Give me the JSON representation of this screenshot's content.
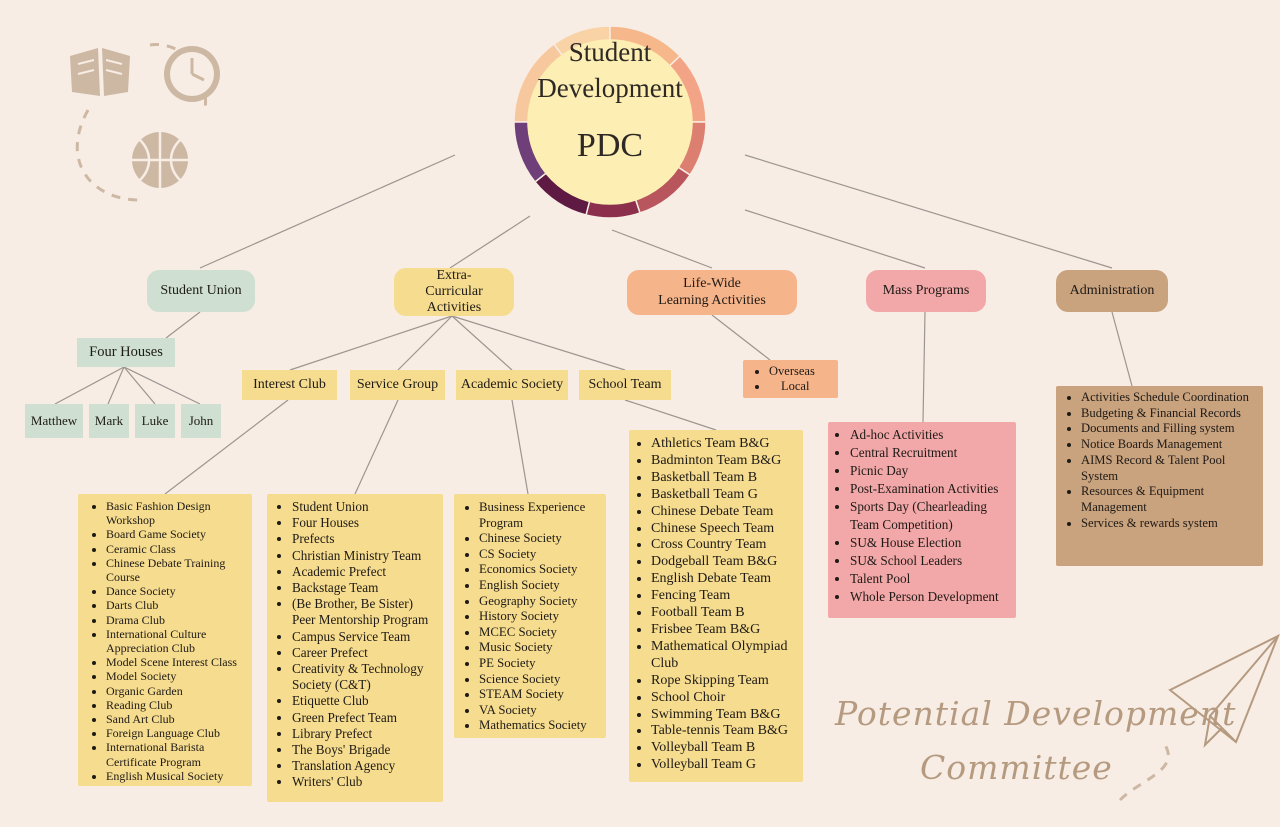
{
  "center": {
    "line1": "Student",
    "line2": "Development",
    "line3": "PDC"
  },
  "branding": {
    "line1": "Potential Development",
    "line2": "Committee"
  },
  "categories": {
    "student_union": "Student Union",
    "eca": "Extra-Curricular Activities",
    "lwl": "Life-Wide Learning Activities",
    "mass": "Mass Programs",
    "admin": "Administration"
  },
  "four_houses": {
    "label": "Four Houses",
    "houses": [
      "Matthew",
      "Mark",
      "Luke",
      "John"
    ]
  },
  "eca_subs": {
    "interest": "Interest Club",
    "service": "Service Group",
    "academic": "Academic Society",
    "school_team": "School Team"
  },
  "lwl_items": [
    "Overseas",
    "Local"
  ],
  "interest_items": [
    "Basic Fashion Design Workshop",
    "Board Game Society",
    "Ceramic Class",
    "Chinese Debate Training Course",
    "Dance Society",
    "Darts Club",
    "Drama Club",
    "International Culture Appreciation Club",
    "Model Scene Interest Class",
    "Model Society",
    "Organic Garden",
    "Reading Club",
    "Sand Art Club",
    "Foreign Language Club",
    "International Barista Certificate Program",
    "English Musical Society"
  ],
  "service_items": [
    "Student Union",
    "Four Houses",
    "Prefects",
    "Christian Ministry Team",
    "Academic Prefect",
    "Backstage Team",
    "(Be Brother, Be Sister) Peer Mentorship Program",
    "Campus Service Team",
    "Career Prefect",
    "Creativity & Technology Society (C&T)",
    "Etiquette Club",
    "Green Prefect Team",
    "Library Prefect",
    "The Boys' Brigade",
    "Translation Agency",
    "Writers' Club"
  ],
  "academic_items": [
    "Business Experience Program",
    "Chinese Society",
    "CS Society",
    "Economics Society",
    "English Society",
    "Geography Society",
    "History Society",
    "MCEC Society",
    "Music Society",
    "PE Society",
    "Science Society",
    "STEAM Society",
    "VA Society",
    "Mathematics Society"
  ],
  "school_team_items": [
    "Athletics Team B&G",
    "Badminton Team B&G",
    "Basketball Team B",
    "Basketball Team G",
    "Chinese Debate Team",
    "Chinese Speech Team",
    "Cross Country Team",
    "Dodgeball Team B&G",
    "English Debate Team",
    "Fencing Team",
    "Football Team B",
    "Frisbee Team B&G",
    "Mathematical Olympiad Club",
    "Rope Skipping Team",
    "School Choir",
    "Swimming Team B&G",
    "Table-tennis Team B&G",
    "Volleyball Team B",
    "Volleyball Team G"
  ],
  "mass_items": [
    "Ad-hoc Activities",
    "Central Recruitment",
    "Picnic Day",
    "Post-Examination Activities",
    "Sports Day (Chearleading Team Competition)",
    "SU& House Election",
    "SU& School Leaders",
    "Talent Pool",
    "Whole Person Development"
  ],
  "admin_items": [
    "Activities Schedule Coordination",
    "Budgeting & Financial Records",
    "Documents and Filling system",
    "Notice Boards Management",
    "AIMS Record & Talent Pool System",
    "Resources & Equipment Management",
    "Services & rewards system"
  ],
  "icons": [
    "book-icon",
    "clock-icon",
    "basketball-icon",
    "paper-plane-icon"
  ],
  "colors": {
    "background": "#f7ede4",
    "green": "#cfe0d2",
    "yellow": "#f6dc8e",
    "peach": "#f6b48a",
    "pink": "#f2a7a8",
    "brown": "#c9a27e",
    "ring_inner": "#fdefb4",
    "ring_dark": "#5e1a43",
    "line": "#9c9591"
  }
}
